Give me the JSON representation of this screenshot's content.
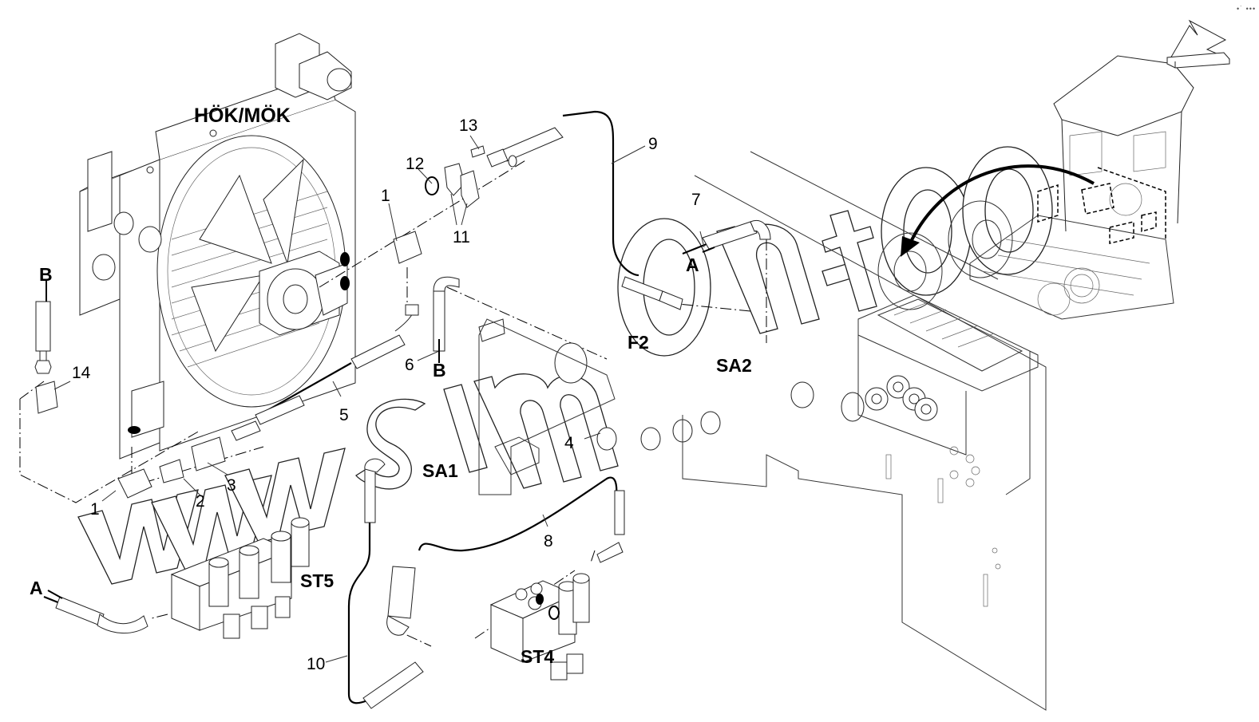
{
  "diagram": {
    "title": "HÖK/MÖK",
    "watermark": "www.simmon-too...",
    "corner_mark": "•˙ •••",
    "callouts": [
      {
        "id": "c1a",
        "text": "1"
      },
      {
        "id": "c1b",
        "text": "1"
      },
      {
        "id": "c2",
        "text": "2"
      },
      {
        "id": "c3",
        "text": "3"
      },
      {
        "id": "c4",
        "text": "4"
      },
      {
        "id": "c5",
        "text": "5"
      },
      {
        "id": "c6",
        "text": "6"
      },
      {
        "id": "c7",
        "text": "7"
      },
      {
        "id": "c8",
        "text": "8"
      },
      {
        "id": "c9",
        "text": "9"
      },
      {
        "id": "c10",
        "text": "10"
      },
      {
        "id": "c11",
        "text": "11"
      },
      {
        "id": "c12",
        "text": "12"
      },
      {
        "id": "c13",
        "text": "13"
      },
      {
        "id": "c14",
        "text": "14"
      }
    ],
    "connection_labels": {
      "a_left": "A",
      "a_right": "A",
      "b_left": "B",
      "b_center": "B"
    },
    "component_labels": {
      "sa1": "SA1",
      "sa2": "SA2",
      "f2": "F2",
      "st4": "ST4",
      "st5": "ST5"
    },
    "icons": [
      "view-direction-arrow-icon",
      "location-pointer-arrow-icon"
    ]
  }
}
